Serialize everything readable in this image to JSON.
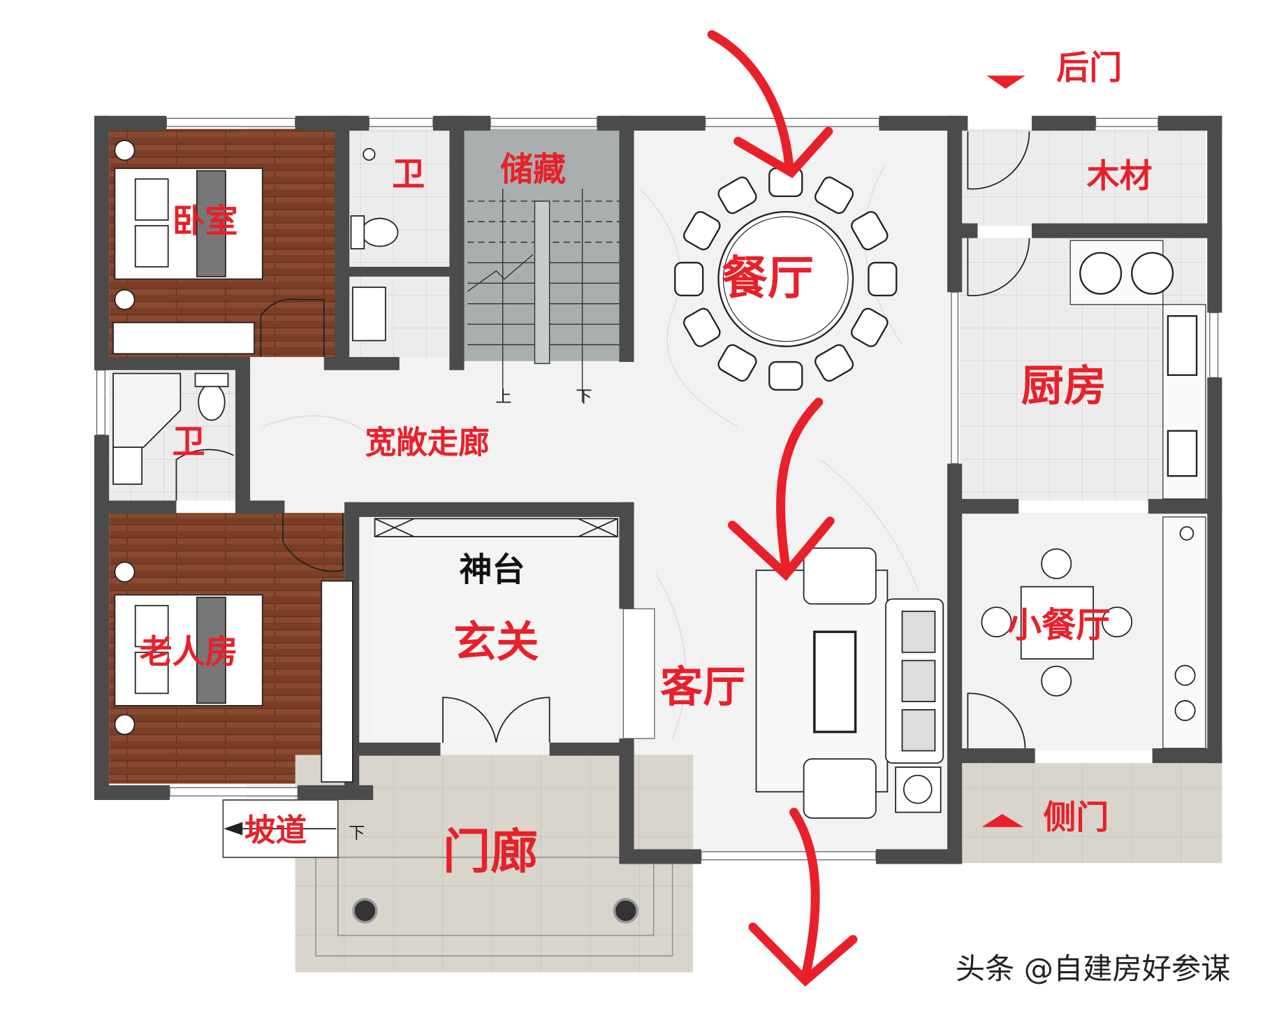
{
  "plan": {
    "rooms": {
      "bedroom": "卧室",
      "bathroom_top": "卫",
      "storage": "储藏",
      "dining": "餐厅",
      "wood": "木材",
      "kitchen": "厨房",
      "small_dining": "小餐厅",
      "bathroom_left": "卫",
      "corridor": "宽敞走廊",
      "elder_room": "老人房",
      "shrine": "神台",
      "foyer": "玄关",
      "living": "客厅",
      "porch": "门廊",
      "ramp": "坡道"
    },
    "doors": {
      "back_door": "后门",
      "side_door": "侧门"
    },
    "stair": {
      "up": "上",
      "down": "下",
      "ramp_down": "下"
    },
    "colors": {
      "label_red": "#e8202a",
      "wall": "#4b4b4b",
      "wood_floor": "#7a3d26",
      "stair_gray": "#a9afae",
      "marble": "#f1f1f1",
      "porch_tile": "#d9d5cc"
    }
  },
  "watermark": "头条 @自建房好参谋"
}
